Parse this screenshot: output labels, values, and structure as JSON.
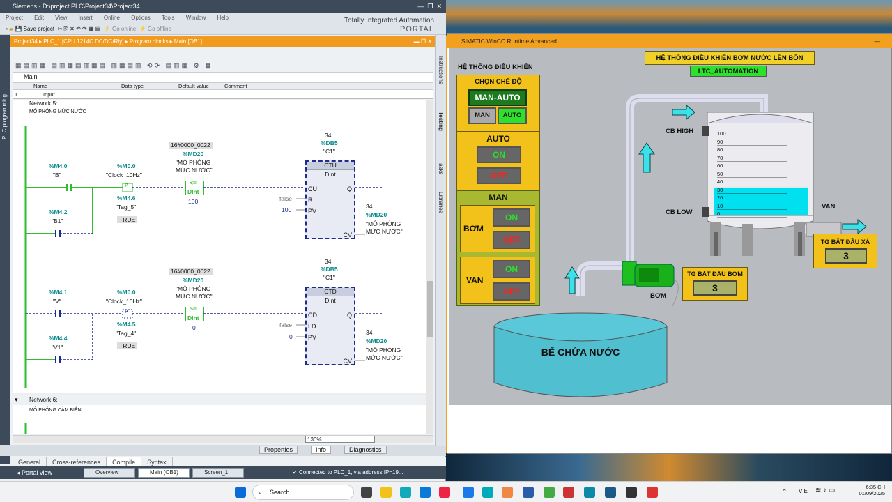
{
  "tia": {
    "title": "Siemens  -  D:\\project PLC\\Project34\\Project34",
    "menu": [
      "Project",
      "Edit",
      "View",
      "Insert",
      "Online",
      "Options",
      "Tools",
      "Window",
      "Help"
    ],
    "save": "Save project",
    "go_online": "Go online",
    "go_offline": "Go offline",
    "brand_line1": "Totally Integrated Automation",
    "brand_line2": "PORTAL",
    "breadcrumb": "Project34  ▸  PLC_1 [CPU 1214C DC/DC/Rly]  ▸  Program blocks  ▸  Main [OB1]",
    "left_strip": "PLC programming",
    "right_tabs": [
      "Instructions",
      "Testing",
      "Tasks",
      "Libraries"
    ],
    "block_name": "Main",
    "iface_cols": [
      "Name",
      "Data type",
      "Default value",
      "Comment"
    ],
    "iface_row_num": "1",
    "iface_row": "Input",
    "network5_title": "Network 5:",
    "network5_comment": "MÔ PHỎNG MỨC NƯỚC",
    "network6_title": "Network 6:",
    "network6_comment": "MÔ PHỎNG CẢM BIẾN",
    "zoom": "130%",
    "bottom_tabs": {
      "properties": "Properties",
      "info": "Info",
      "diagnostics": "Diagnostics"
    },
    "bottom_tabs2": [
      "General",
      "Cross-references",
      "Compile",
      "Syntax"
    ],
    "status": {
      "portal_view": "Portal view",
      "overview": "Overview",
      "main": "Main (OB1)",
      "screen": "Screen_1",
      "connected": "Connected to PLC_1, via address IP=19..."
    }
  },
  "lad": {
    "r1": {
      "c1_addr": "%M4.0",
      "c1_name": "\"B\"",
      "c2_addr": "%M4.2",
      "c2_name": "\"B1\"",
      "p_addr": "%M0.0",
      "p_name": "\"Clock_10Hz\"",
      "p_sym": "P",
      "p_tag_addr": "%M4.6",
      "p_tag_name": "\"Tag_5\"",
      "p_tag_val": "TRUE",
      "cmp_const": "16#0000_0022",
      "cmp_addr": "%MD20",
      "cmp_name1": "\"MÔ PHỎNG",
      "cmp_name2": "MỨC NƯỚC\"",
      "cmp_op": "<=",
      "cmp_type": "DInt",
      "cmp_val": "100",
      "db_val": "34",
      "db_addr": "%DB5",
      "db_name": "\"C1\"",
      "blk_type": "CTU",
      "blk_dtype": "DInt",
      "pin1": "CU",
      "pin2": "R",
      "pin3": "PV",
      "pin_q": "Q",
      "pin_cv": "CV",
      "in_r": "false",
      "in_pv": "100",
      "cv_val": "34",
      "cv_addr": "%MD20",
      "cv_name1": "\"MÔ PHỎNG",
      "cv_name2": "MỨC NƯỚC\""
    },
    "r2": {
      "c1_addr": "%M4.1",
      "c1_name": "\"V\"",
      "c2_addr": "%M4.4",
      "c2_name": "\"V1\"",
      "p_addr": "%M0.0",
      "p_name": "\"Clock_10Hz\"",
      "p_sym": "P",
      "p_tag_addr": "%M4.5",
      "p_tag_name": "\"Tag_4\"",
      "p_tag_val": "TRUE",
      "cmp_const": "16#0000_0022",
      "cmp_addr": "%MD20",
      "cmp_name1": "\"MÔ PHỎNG",
      "cmp_name2": "MỨC NƯỚC\"",
      "cmp_op": ">=",
      "cmp_type": "DInt",
      "cmp_val": "0",
      "db_val": "34",
      "db_addr": "%DB5",
      "db_name": "\"C1\"",
      "blk_type": "CTD",
      "blk_dtype": "DInt",
      "pin1": "CD",
      "pin2": "LD",
      "pin3": "PV",
      "pin_q": "Q",
      "pin_cv": "CV",
      "in_r": "false",
      "in_pv": "0",
      "cv_val": "34",
      "cv_addr": "%MD20",
      "cv_name1": "\"MÔ PHỎNG",
      "cv_name2": "MỨC NƯỚC\""
    }
  },
  "wincc": {
    "title": "SIMATIC WinCC Runtime Advanced",
    "header1": "HỆ THỐNG ĐIỀU KHIỂN BƠM NƯỚC LÊN BỒN",
    "header2": "LTC_AUTOMATION",
    "ctrl_title": "HỆ THỐNG ĐIỀU KHIỂN",
    "mode_title": "CHỌN CHẾ ĐỘ",
    "mode_btn": "MAN-AUTO",
    "man": "MAN",
    "auto": "AUTO",
    "auto_title": "AUTO",
    "on": "ON",
    "off": "OFF",
    "man_title": "MAN",
    "bom": "BƠM",
    "van": "VAN",
    "cb_high": "CB HIGH",
    "cb_low": "CB  LOW",
    "van_label": "VAN",
    "tank_scale": [
      "100",
      "90",
      "80",
      "70",
      "60",
      "50",
      "40",
      "30",
      "20",
      "10",
      "0"
    ],
    "tank_level_percent": 34,
    "pump_label": "BƠM",
    "tg_bom_title": "TG BẮT ĐẦU BƠM",
    "tg_bom_val": "3",
    "tg_xa_title": "TG BẮT ĐẦU  XẢ",
    "tg_xa_val": "3",
    "reservoir": "BỂ CHỨA NƯỚC"
  },
  "taskbar": {
    "search": "Search",
    "lang": "VIE",
    "time": "6:35 CH",
    "date": "01/09/2025"
  }
}
